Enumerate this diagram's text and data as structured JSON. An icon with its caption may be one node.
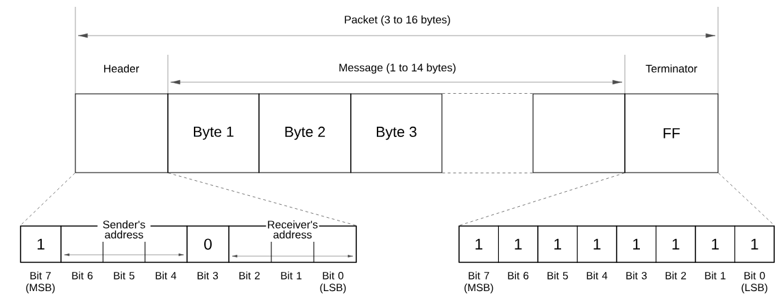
{
  "diagram": {
    "nodes": [
      {
        "text": [],
        "shape": "box"
      },
      {
        "text": [
          "Byte 1"
        ]
      },
      {
        "text": [
          "Byte 2"
        ]
      },
      {
        "text": [
          "Byte 3"
        ]
      },
      {
        "text": [],
        "shape": "box"
      },
      {
        "text": [
          "FF"
        ]
      },
      {
        "text": [],
        "shape": "box"
      },
      {
        "text": [
          "1"
        ],
        "in": 6
      },
      {
        "text": [
          "Sender's address"
        ],
        "in": 6
      },
      {
        "text": [
          "0"
        ],
        "in": 6
      },
      {
        "text": [
          "Receiver's address"
        ],
        "in": 6
      },
      {
        "text": [],
        "shape": "box"
      },
      {
        "text": [
          "1"
        ],
        "in": 11
      },
      {
        "text": [
          "1"
        ],
        "in": 11
      },
      {
        "text": [
          "1"
        ],
        "in": 11
      },
      {
        "text": [
          "1"
        ],
        "in": 11
      },
      {
        "text": [
          "1"
        ],
        "in": 11
      },
      {
        "text": [
          "1"
        ],
        "in": 11
      },
      {
        "text": [
          "1"
        ],
        "in": 11
      },
      {
        "text": [
          "1"
        ],
        "in": 11
      }
    ],
    "edges": [
      {
        "from": 3,
        "to": 4,
        "arrow": "none",
        "style": "dashed"
      },
      {
        "from": 3,
        "to": 4,
        "arrow": "none",
        "style": "dashed"
      },
      {
        "from": 0,
        "to": 6,
        "arrow": "none",
        "style": "dashed"
      },
      {
        "from": 0,
        "to": 6,
        "arrow": "none",
        "style": "dashed"
      },
      {
        "from": 5,
        "to": 11,
        "arrow": "none",
        "style": "dashed"
      },
      {
        "from": 5,
        "to": 11,
        "arrow": "none",
        "style": "dashed"
      }
    ],
    "labels": [
      "Packet (3 to 16 bytes)",
      "Header",
      "Message (1 to 14 bytes)",
      "Terminator",
      "Bit 7 (MSB)",
      "Bit 6",
      "Bit 5",
      "Bit 4",
      "Bit 3",
      "Bit 2",
      "Bit 1",
      "Bit 0 (LSB)",
      "Bit 7 (MSB)",
      "Bit 6",
      "Bit 5",
      "Bit 4",
      "Bit 3",
      "Bit 2",
      "Bit 1",
      "Bit 0 (LSB)"
    ]
  }
}
